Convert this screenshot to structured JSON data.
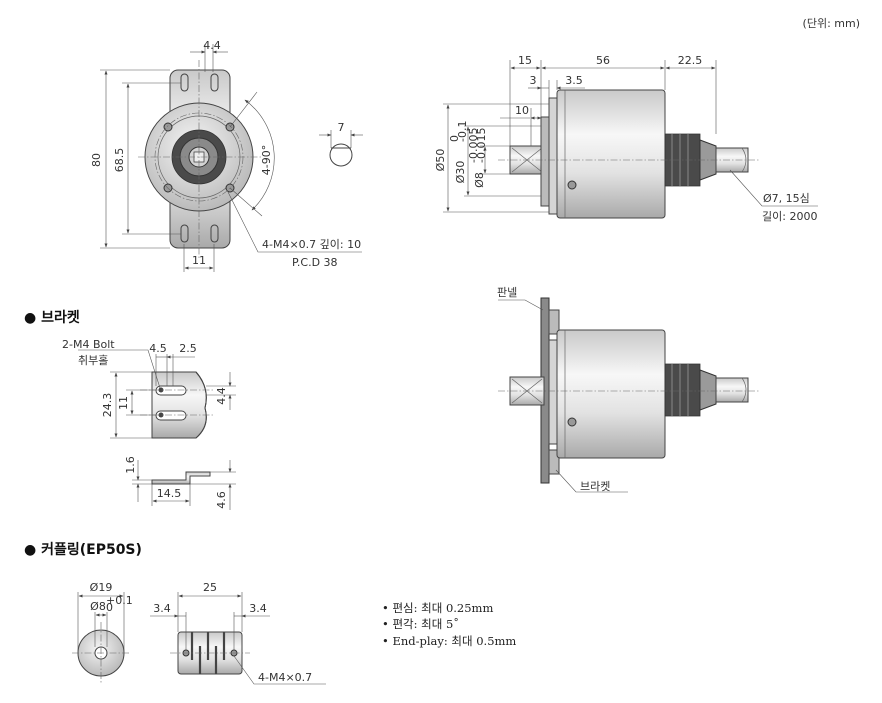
{
  "unit_label": "(단위: mm)",
  "front_view": {
    "dim_width_top": "4.4",
    "dim_height": "80",
    "dim_inner_height": "68.5",
    "dim_bottom": "11",
    "angle": "4-90°",
    "mount_label": "4-M4×0.7 깊이: 10",
    "pcd_label": "P.C.D 38"
  },
  "shaft_detail": {
    "dim": "7"
  },
  "side_view": {
    "dim_15": "15",
    "dim_56": "56",
    "dim_22_5": "22.5",
    "dim_3": "3",
    "dim_3_5": "3.5",
    "dim_10": "10",
    "dia_50": "Ø50",
    "dia_30": "Ø30",
    "dia_30_tol_top": "0",
    "dia_30_tol_bot": "-0.1",
    "dia_8": "Ø8",
    "dia_8_tol_top": "-0.005",
    "dia_8_tol_bot": "-0.015",
    "cable_label": "Ø7, 15심",
    "cable_length": "길이: 2000"
  },
  "panel_view": {
    "panel_label": "판넬",
    "bracket_label": "브라켓"
  },
  "bracket_section": {
    "title": "● 브라켓",
    "bolt_label": "2-M4 Bolt",
    "hole_label": "취부홀",
    "dim_4_5": "4.5",
    "dim_2_5": "2.5",
    "dim_24_3": "24.3",
    "dim_11": "11",
    "dim_4_4": "4.4",
    "dim_1_6": "1.6",
    "dim_14_5": "14.5",
    "dim_4_6": "4.6"
  },
  "coupling_section": {
    "title": "● 커플링(EP50S)",
    "dia_19": "Ø19",
    "dia_8": "Ø8",
    "dia_8_tol_top": "+0.1",
    "dia_8_tol_bot": "0",
    "dim_25": "25",
    "dim_3_4_left": "3.4",
    "dim_3_4_right": "3.4",
    "thread_label": "4-M4×0.7",
    "notes": [
      "• 편심: 최대 0.25mm",
      "• 편각: 최대 5˚",
      "• End-play: 최대 0.5mm"
    ]
  }
}
